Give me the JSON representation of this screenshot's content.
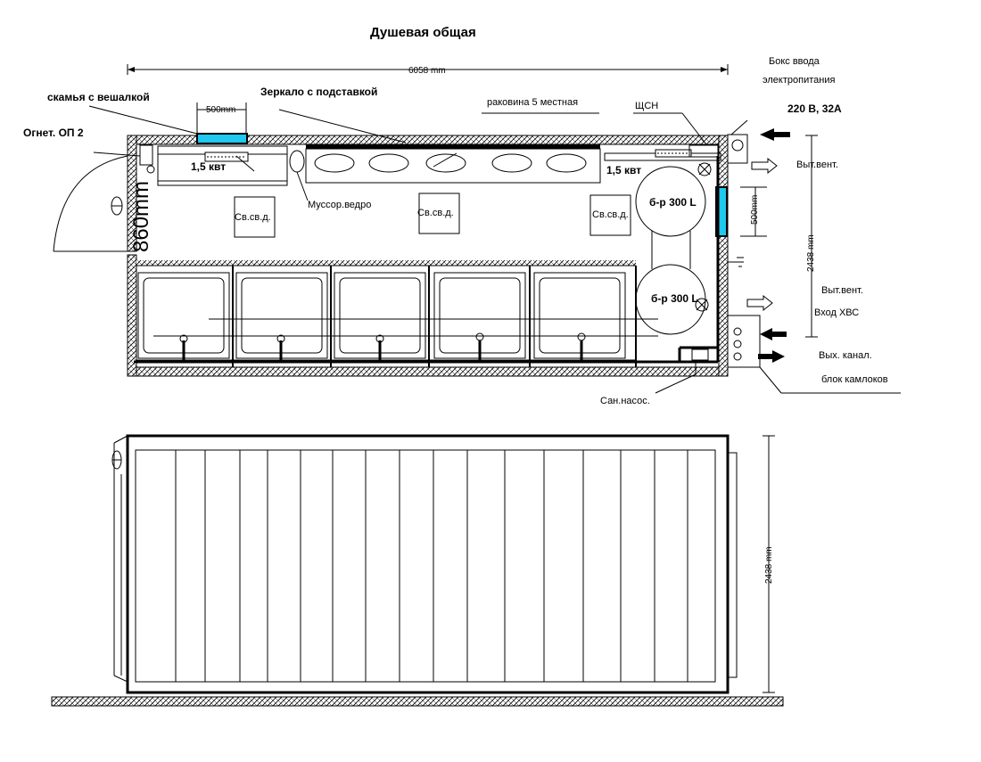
{
  "title": "Душевая общая",
  "dimensions": {
    "length": "6058 mm",
    "width_top": "2438 mm",
    "width_bottom": "2438 mm",
    "door": "860mm",
    "dim_500_top": "500mm",
    "dim_500_right": "500mm"
  },
  "labels": {
    "bench": "скамья с вешалкой",
    "mirror": "Зеркало с подставкой",
    "sink": "раковина 5 местная",
    "panel": "ЩСН",
    "power_box_line1": "Бокс ввода",
    "power_box_line2": "электропитания",
    "power_spec": "220 В, 32А",
    "extinguisher": "Огнет. ОП 2",
    "heater_left": "1,5 квт",
    "heater_right": "1,5 квт",
    "trash": "Муссор.ведро",
    "lamp1": "Св.св.д.",
    "lamp2": "Св.св.д.",
    "lamp3": "Св.св.д.",
    "boiler1": "б-р 300 L",
    "boiler2": "б-р 300 L",
    "vent1": "Выт.вент.",
    "vent2": "Выт.вент.",
    "water_in": "Вход ХВС",
    "sewer_out": "Вых. канал.",
    "camlock": "блок камлоков",
    "pump": "Сан.насос."
  },
  "colors": {
    "accent_fill": "#1ec8ee",
    "line": "#000000",
    "hatch": "#000000"
  }
}
